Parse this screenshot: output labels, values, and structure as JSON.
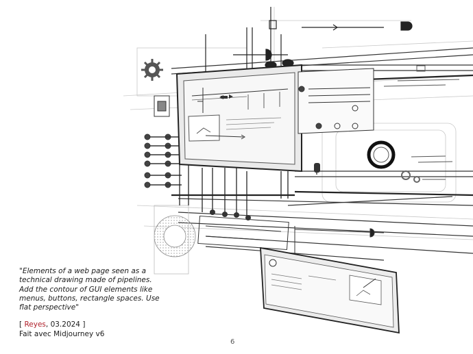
{
  "caption": {
    "lines": [
      "\"Elements of a web page seen as a",
      "technical drawing made of pipelines.",
      "Add the contour of GUI elements like",
      "menus, buttons, rectangle spaces. Use",
      "flat perspective\""
    ]
  },
  "credit": {
    "open_bracket": "[",
    "author": "Reyes",
    "date": ", 03.2024",
    "close_bracket": "]",
    "tool": "Fait avec Midjourney v6"
  },
  "page_number": "6",
  "illustration": {
    "description_icon": "technical-drawing-illustration",
    "accent_color": "#b0202a"
  }
}
